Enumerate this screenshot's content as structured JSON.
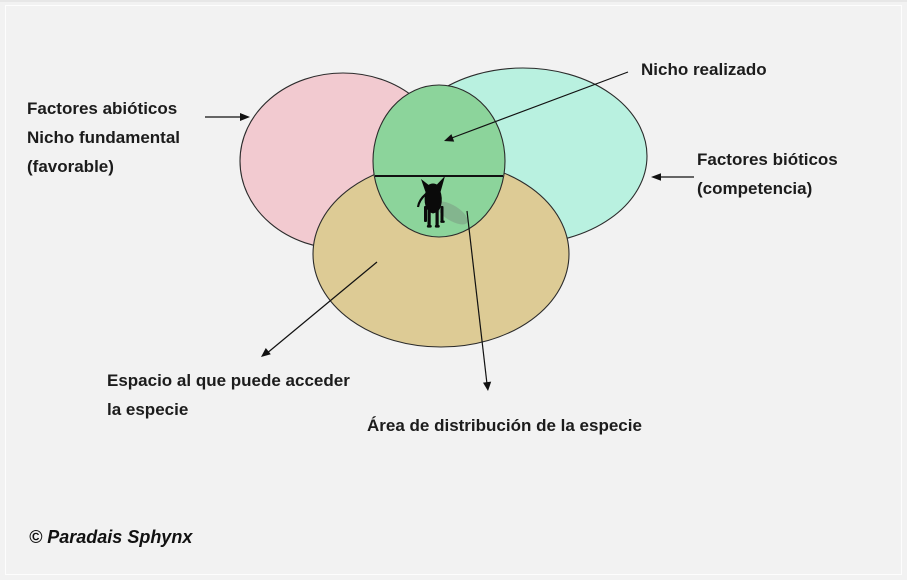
{
  "page": {
    "background": "#f2f2f2"
  },
  "diagram": {
    "type": "venn-ecology-niche",
    "labels": {
      "abiotic": {
        "line1": "Factores abióticos",
        "line2": "Nicho fundamental",
        "line3": "(favorable)"
      },
      "realized": "Nicho realizado",
      "biotic": {
        "line1": "Factores bióticos",
        "line2": "(competencia)"
      },
      "accessible": {
        "line1": "Espacio al que puede acceder",
        "line2": "la especie"
      },
      "distribution": "Área de distribución de la especie",
      "copyright": "© Paradais Sphynx"
    },
    "regions": [
      {
        "name": "factores-abioticos-nicho-fundamental",
        "color": "#f2cad0"
      },
      {
        "name": "factores-bioticos-competencia",
        "color": "#b9f1e0"
      },
      {
        "name": "espacio-accesible",
        "color": "#ddcb95"
      },
      {
        "name": "nicho-realizado",
        "color": "#8cd49b"
      }
    ],
    "colors": {
      "outline": "#2b2b2b",
      "annotation": "#111111",
      "cat": "#0a0a0a",
      "cat_shadow": "#76857a",
      "text": "#1c1c1c"
    }
  }
}
